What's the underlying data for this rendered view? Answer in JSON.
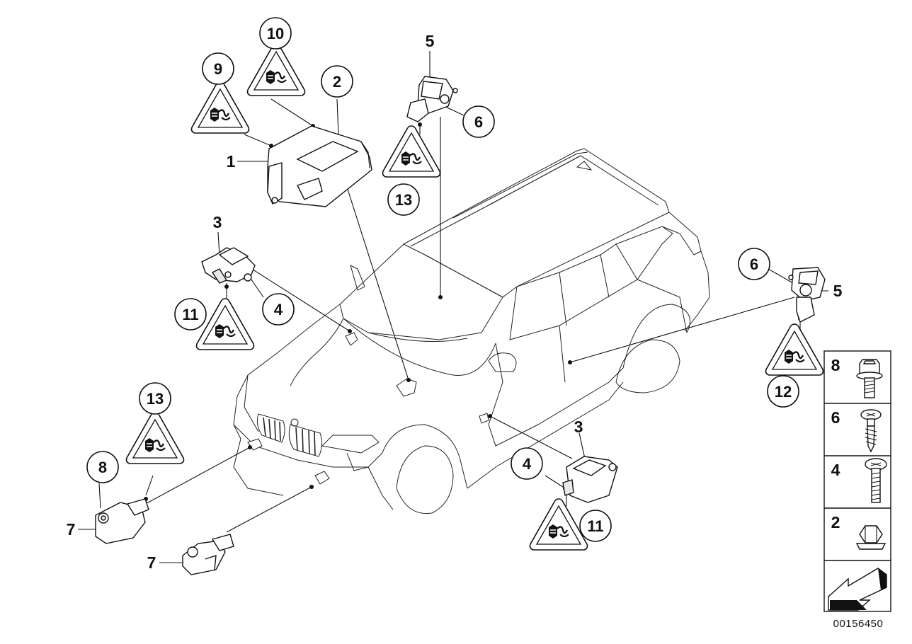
{
  "callouts": {
    "c1": "1",
    "c2": "2",
    "c3_top": "3",
    "c3_low": "3",
    "c4_left": "4",
    "c4_low": "4",
    "c5_top": "5",
    "c5_right": "5",
    "c6_top": "6",
    "c6_right": "6",
    "c7_a": "7",
    "c7_b": "7",
    "c8": "8",
    "c9": "9",
    "c10": "10",
    "c11_left": "11",
    "c11_low": "11",
    "c12": "12",
    "c13_top": "13",
    "c13_left": "13"
  },
  "legend": {
    "item_8": "8",
    "item_6": "6",
    "item_4": "4",
    "item_2": "2"
  },
  "icons": {
    "warning": "esd-warning-triangle-icon",
    "screw": "screw-icon",
    "nut": "nut-icon",
    "arrow": "arrow-left-down-icon"
  },
  "diagram_id": "00156450"
}
